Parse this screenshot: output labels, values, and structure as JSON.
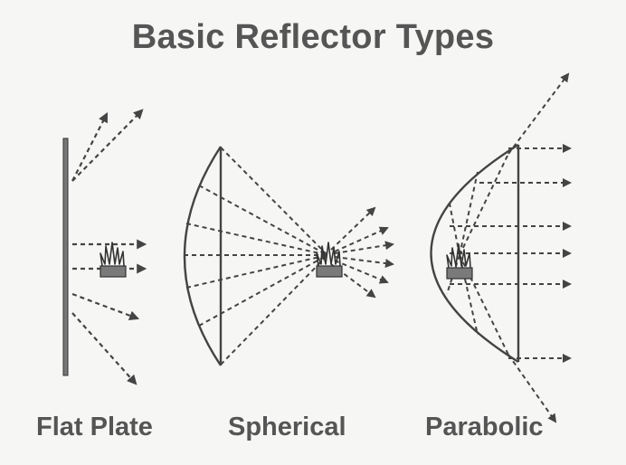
{
  "title": "Basic Reflector Types",
  "captions": {
    "flat": "Flat Plate",
    "spherical": "Spherical",
    "parabolic": "Parabolic"
  },
  "colors": {
    "text": "#555555",
    "line": "#444444",
    "source_base": "#7a7a7a"
  }
}
